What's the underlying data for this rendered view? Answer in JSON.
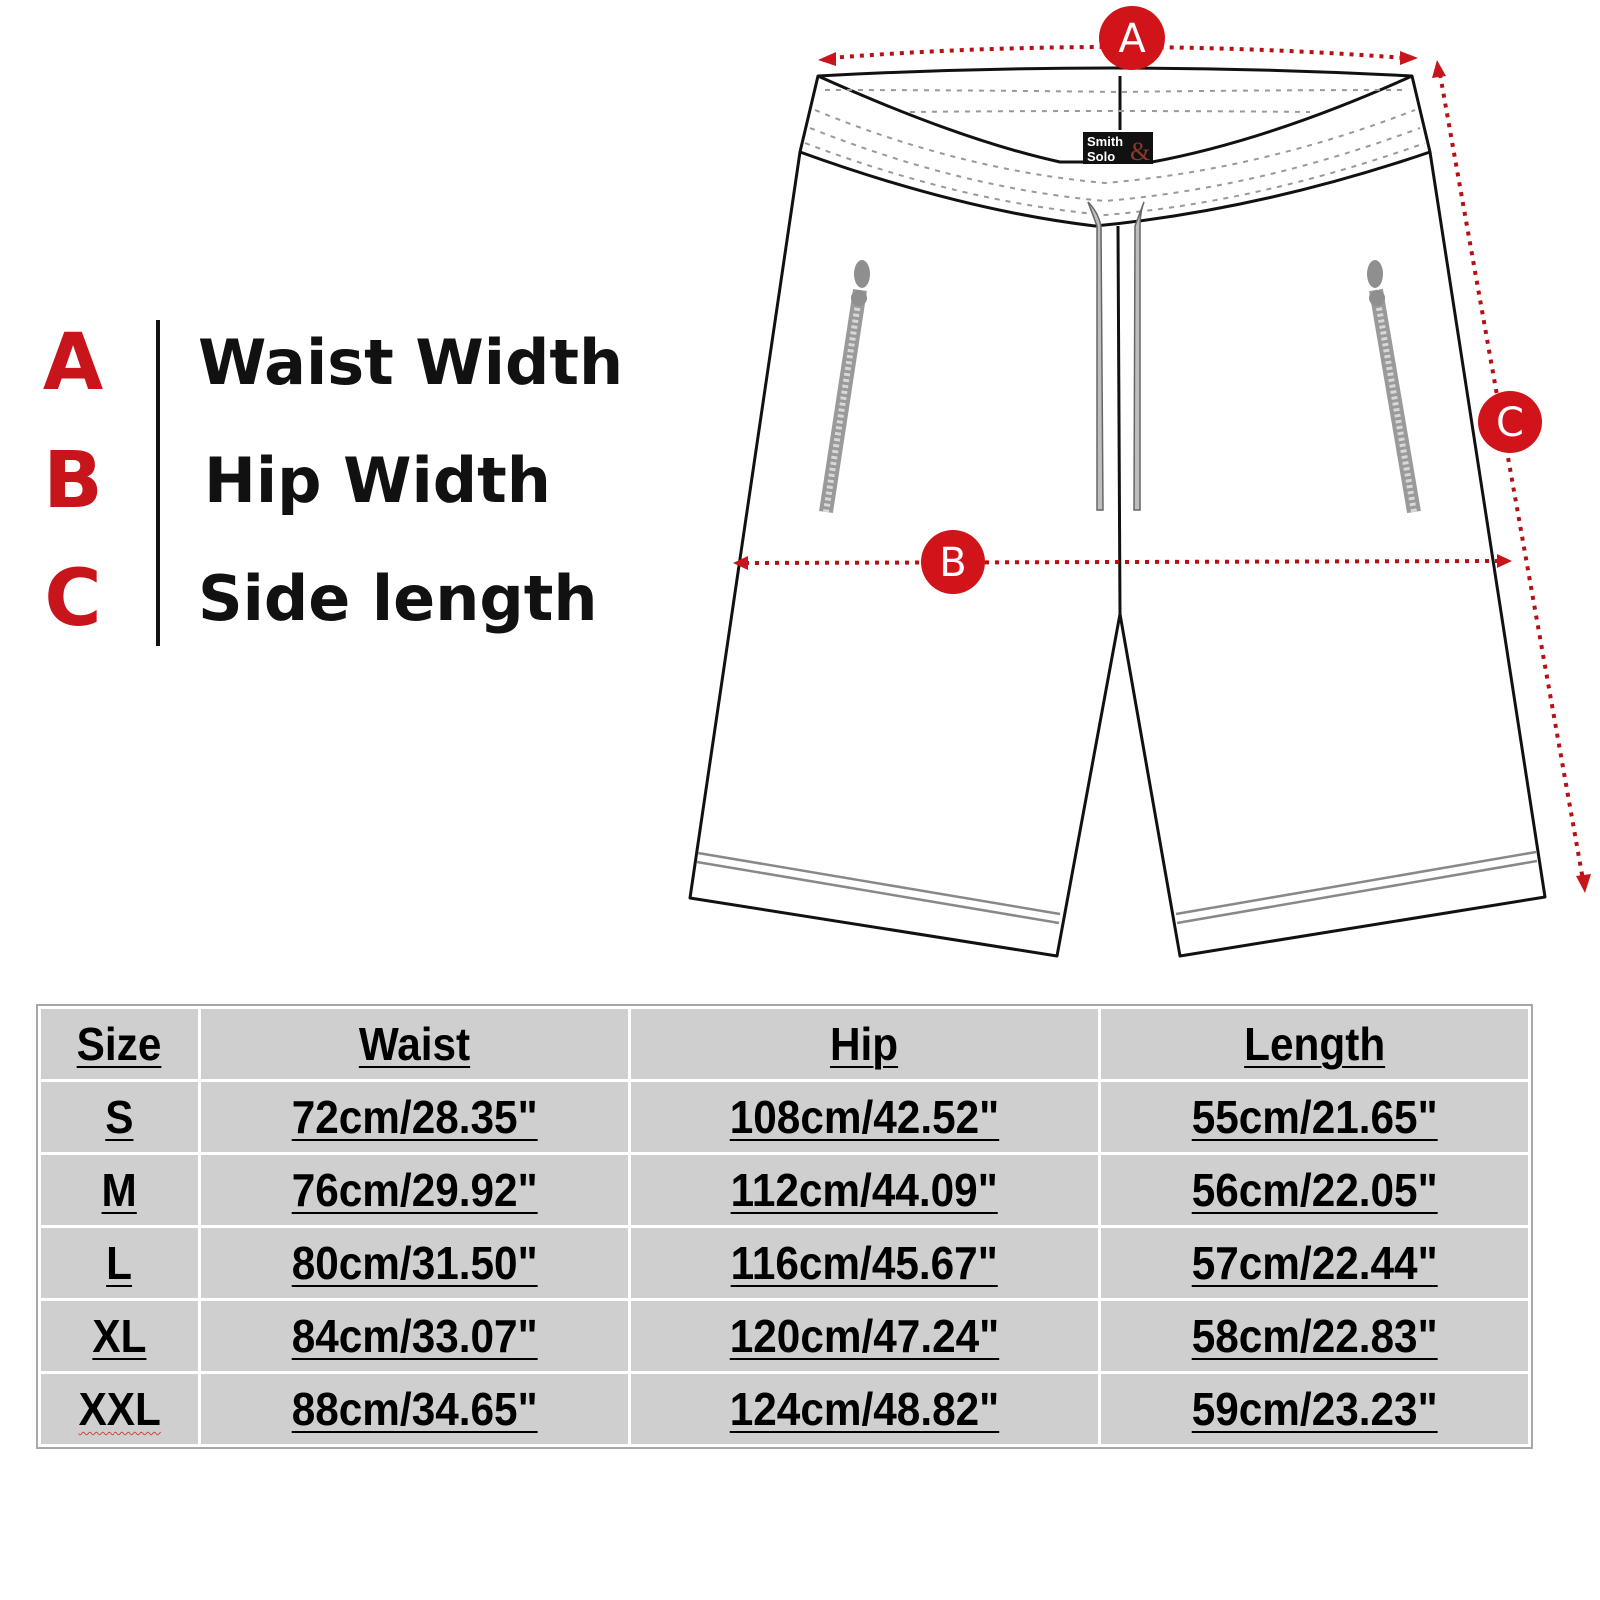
{
  "legend": {
    "items": [
      {
        "letter": "A",
        "label": "Waist Width"
      },
      {
        "letter": "B",
        "label": "Hip Width"
      },
      {
        "letter": "C",
        "label": "Side length"
      }
    ]
  },
  "diagram": {
    "markers": {
      "a": "A",
      "b": "B",
      "c": "C"
    },
    "brand_label": {
      "line1": "Smith",
      "line2": "Solo",
      "symbol": "&"
    },
    "accent_color": "#c8151b"
  },
  "size_table": {
    "headers": [
      "Size",
      "Waist",
      "Hip",
      "Length"
    ],
    "rows": [
      [
        "S",
        "72cm/28.35\"",
        "108cm/42.52\"",
        "55cm/21.65\""
      ],
      [
        "M",
        "76cm/29.92\"",
        "112cm/44.09\"",
        "56cm/22.05\""
      ],
      [
        "L",
        "80cm/31.50\"",
        "116cm/45.67\"",
        "57cm/22.44\""
      ],
      [
        "XL",
        "84cm/33.07\"",
        "120cm/47.24\"",
        "58cm/22.83\""
      ],
      [
        "XXL",
        "88cm/34.65\"",
        "124cm/48.82\"",
        "59cm/23.23\""
      ]
    ]
  }
}
